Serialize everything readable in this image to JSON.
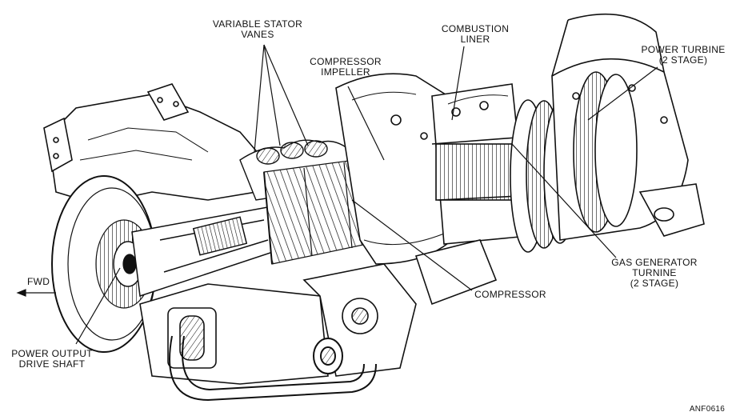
{
  "labels": {
    "variable_stator_vanes": [
      "VARIABLE STATOR",
      "VANES"
    ],
    "compressor_impeller": [
      "COMPRESSOR",
      "IMPELLER"
    ],
    "combustion_liner": [
      "COMBUSTION",
      "LINER"
    ],
    "power_turbine": [
      "POWER TURBINE",
      "(2 STAGE)"
    ],
    "compressor": "COMPRESSOR",
    "gas_generator_turbine": [
      "GAS GENERATOR",
      "TURNINE",
      "(2 STAGE)"
    ],
    "fwd": "FWD",
    "power_output_drive_shaft": [
      "POWER OUTPUT",
      "DRIVE SHAFT"
    ]
  },
  "figure_id": "ANF0616",
  "colors": {
    "ink": "#111111",
    "paper": "#ffffff",
    "shade": "#d8d8d8"
  }
}
